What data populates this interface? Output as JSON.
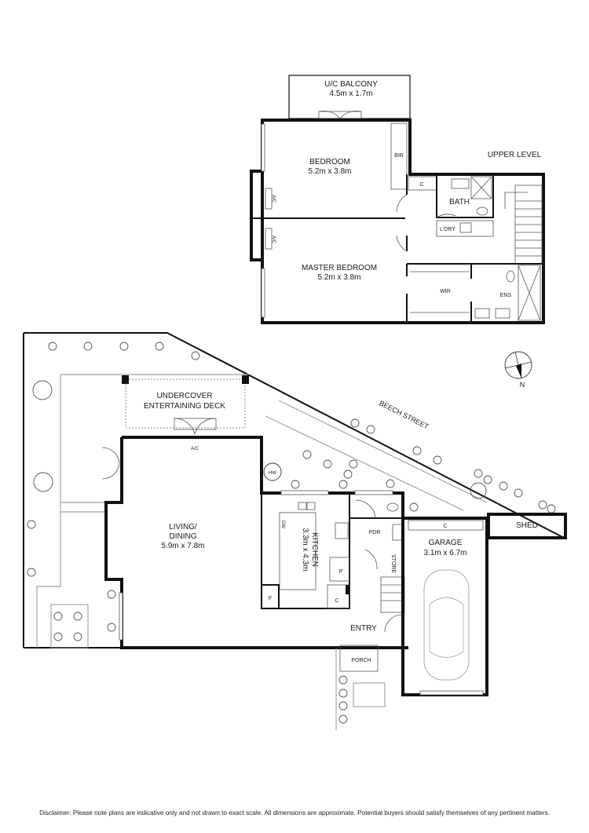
{
  "plan": {
    "upper_level_title": "UPPER LEVEL",
    "upper": {
      "balcony": {
        "name": "U/C BALCONY",
        "size": "4.5m x 1.7m"
      },
      "bedroom": {
        "name": "BEDROOM",
        "size": "5.2m x 3.8m"
      },
      "master_bedroom": {
        "name": "MASTER BEDROOM",
        "size": "5.2m x 3.8m"
      },
      "bir": "BIR",
      "cupboard": "C",
      "bath": "BATH",
      "laundry": "L'DRY",
      "wir": "WIR",
      "ensuite": "ENS",
      "ac_1": "A/C",
      "ac_2": "A/C"
    },
    "ground": {
      "deck": {
        "line1": "UNDERCOVER",
        "line2": "ENTERTAINING DECK"
      },
      "ac": "A/C",
      "living": {
        "line1": "LIVING/",
        "line2": "DINING",
        "size": "5.9m x 7.8m"
      },
      "kitchen": {
        "name": "KITCHEN",
        "size": "3.3m x 4.3m"
      },
      "dishwasher": "DW",
      "fridge": "F",
      "pantry": "P",
      "kitchen_cupboard": "C",
      "hot_water": "HW",
      "powder": "PDR",
      "store": "STORE",
      "garage": {
        "name": "GARAGE",
        "size": "3.1m x 6.7m"
      },
      "garage_cupboard": "C",
      "shed": "SHED",
      "entry": "ENTRY",
      "porch": "PORCH",
      "street": "BEECH STREET"
    },
    "compass": {
      "label": "N"
    }
  },
  "disclaimer": "Disclaimer: Please note plans are indicative only and not drawn to exact scale. All dimensions are approximate. Potential buyers should satisfy themselves of any pertinent matters."
}
